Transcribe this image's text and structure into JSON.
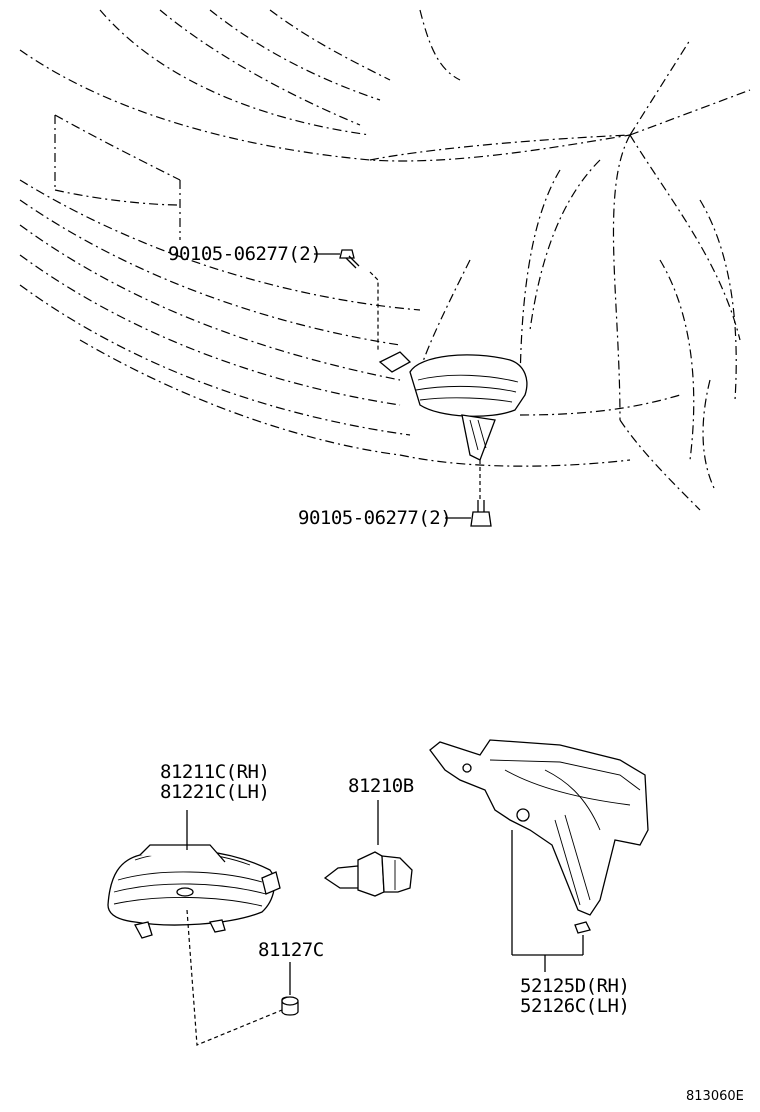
{
  "labels": {
    "bolt_upper": "90105-06277(2)",
    "bolt_lower": "90105-06277(2)",
    "lamp_rh": "81211C(RH)",
    "lamp_lh": "81221C(LH)",
    "bulb": "81210B",
    "socket": "81127C",
    "bracket_rh": "52125D(RH)",
    "bracket_lh": "52126C(LH)"
  },
  "drawing_code": "813060E"
}
